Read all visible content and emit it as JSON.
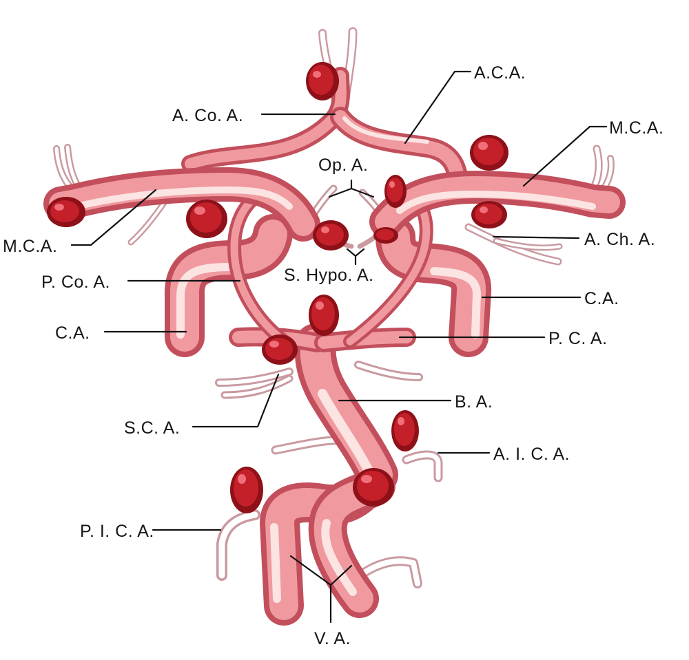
{
  "labels": {
    "aca": "A.C.A.",
    "acoa": "A. Co. A.",
    "mca_right": "M.C.A.",
    "mca_left": "M.C.A.",
    "opa": "Op. A.",
    "acha": "A. Ch. A.",
    "shypoa": "S. Hypo. A.",
    "pcoa": "P. Co. A.",
    "ca_right": "C.A.",
    "ca_left": "C.A.",
    "pca": "P. C. A.",
    "ba": "B. A.",
    "sca": "S.C. A.",
    "aica": "A. I. C. A.",
    "pica": "P. I. C. A.",
    "va": "V. A."
  },
  "colors": {
    "vessel_edge": "#c24f5b",
    "vessel_mid": "#f09aa0",
    "vessel_highlight": "#fbe4e2",
    "aneurysm_dark": "#8e1018",
    "aneurysm_mid": "#c4202a",
    "aneurysm_highlight": "#f0707a",
    "leader_lines": "#111111"
  }
}
